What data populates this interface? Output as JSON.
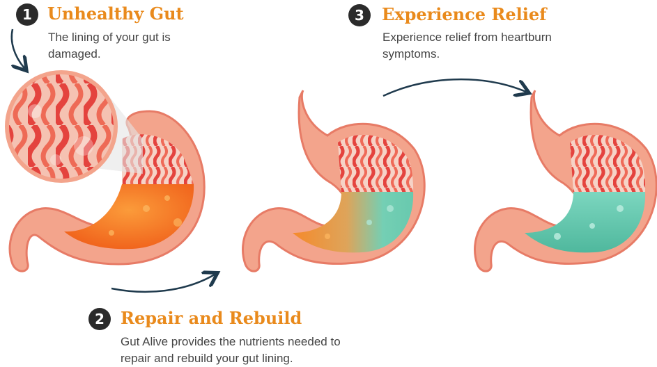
{
  "steps": [
    {
      "number": "1",
      "title": "Unhealthy Gut",
      "description": "The lining of  your gut is damaged."
    },
    {
      "number": "2",
      "title": "Repair and Rebuild",
      "description": "Gut Alive provides the nutrients needed to repair and rebuild your gut lining."
    },
    {
      "number": "3",
      "title": "Experience Relief",
      "description": "Experience relief from heartburn symptoms."
    }
  ],
  "colors": {
    "accent_orange": "#e98a1c",
    "badge": "#2b2b2b",
    "arrow": "#1f3a4d",
    "stomach_wall": "#f3a48c",
    "stomach_outline": "#e77b66",
    "lining_red": "#e4433e",
    "acid_orange": "#f26a1f",
    "relief_teal": "#63c9b0"
  }
}
